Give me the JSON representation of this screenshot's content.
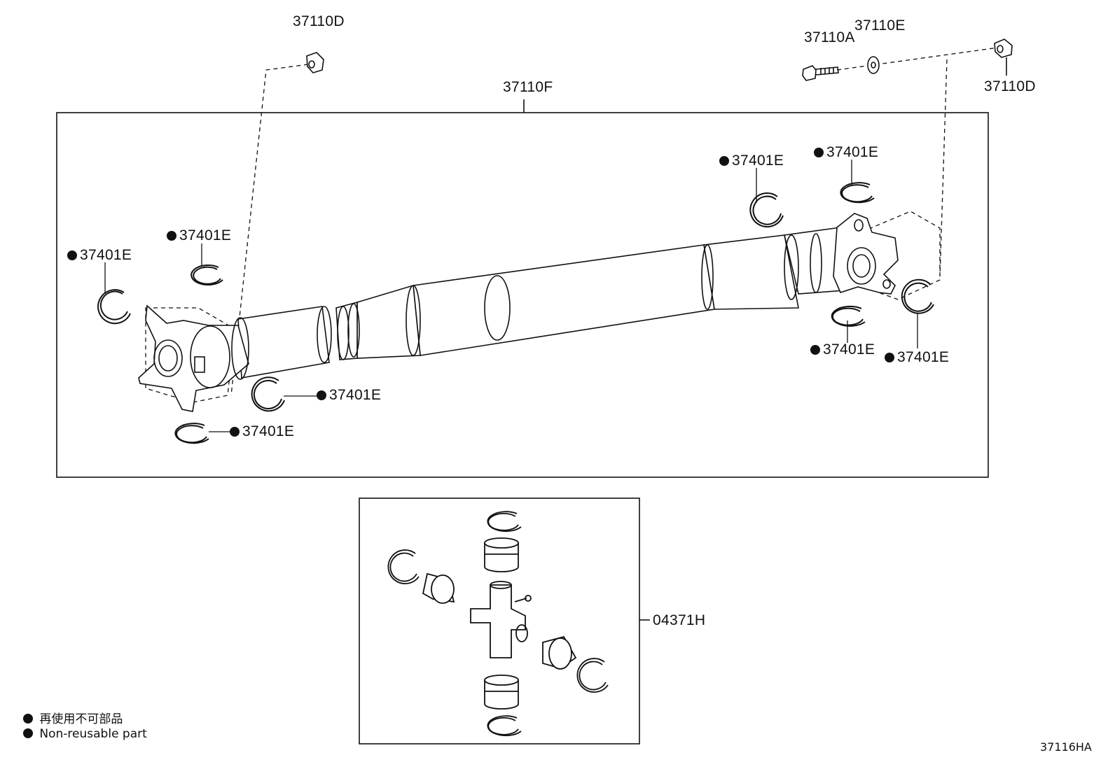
{
  "labels": {
    "top_left_nut": "37110D",
    "shaft_assy": "37110F",
    "bolt": "37110A",
    "washer": "37110E",
    "top_right_nut": "37110D",
    "snap_ring": "37401E",
    "spider_kit": "04371H"
  },
  "legend": {
    "line_jp": "再使用不可部品",
    "line_en": "Non-reusable part"
  },
  "diagram_code": "37116HA"
}
